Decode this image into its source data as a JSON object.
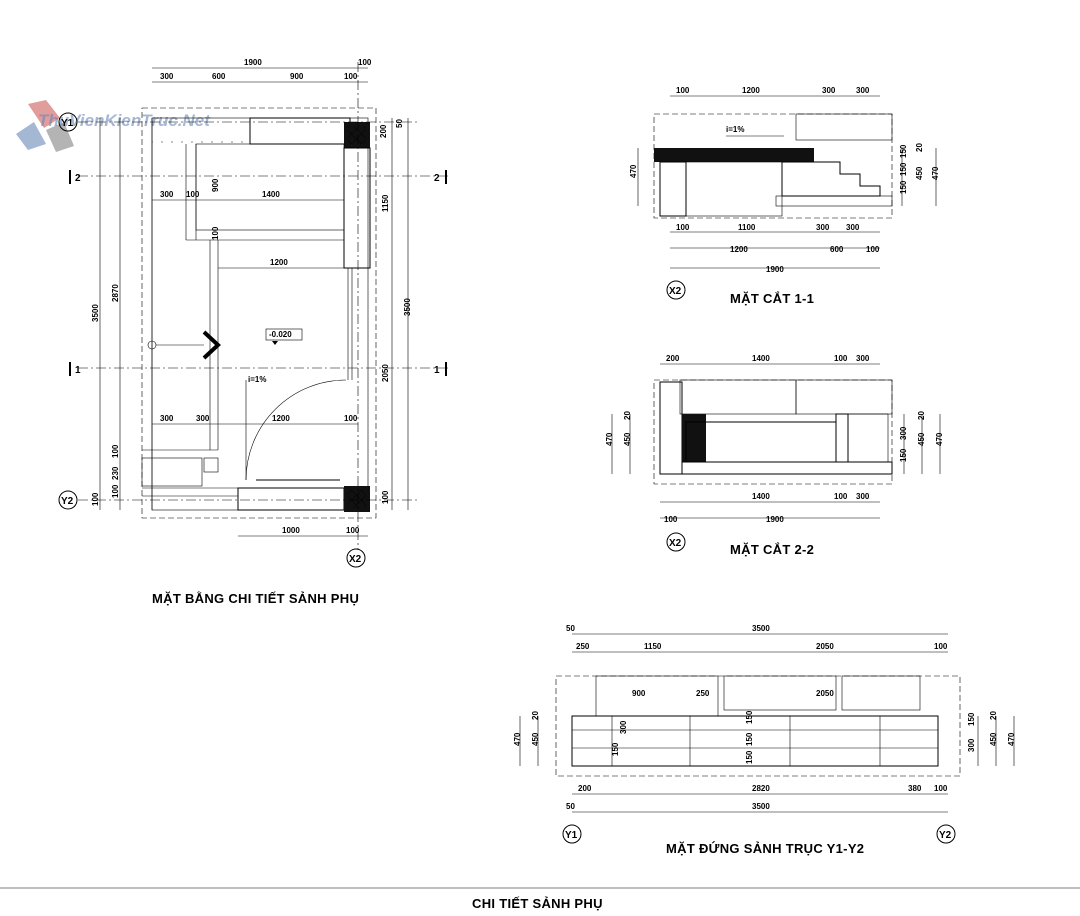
{
  "watermark": {
    "text": "ThuVienKienTruc.Net"
  },
  "sheet_title": "CHI TIẾT SẢNH PHỤ",
  "plan": {
    "title": "MẶT BẰNG CHI TIẾT SẢNH PHỤ",
    "axes": {
      "y1": "Y1",
      "y2": "Y2",
      "x2": "X2",
      "s1": "1",
      "s2": "2"
    },
    "top_dims": [
      "1900",
      "300",
      "600",
      "900",
      "100",
      "100"
    ],
    "right_dims": [
      "50",
      "200",
      "1150",
      "3500",
      "2050",
      "100"
    ],
    "left_dims": [
      "3500",
      "2870",
      "100",
      "230",
      "100",
      "100"
    ],
    "inner_dims": [
      "300",
      "100",
      "1400",
      "900",
      "100",
      "1200",
      "300",
      "300",
      "1200",
      "100"
    ],
    "bottom_dims": [
      "1000",
      "100"
    ],
    "level": "-0.020",
    "slope": "i=1%"
  },
  "section11": {
    "title": "MẶT CẮT 1-1",
    "axis": "X2",
    "top_dims": [
      "100",
      "1200",
      "300",
      "300"
    ],
    "bottom_dims": [
      "100",
      "1100",
      "300",
      "300",
      "1200",
      "600",
      "100",
      "1900"
    ],
    "side_dims": [
      "470",
      "150",
      "150",
      "150",
      "20",
      "450",
      "470"
    ],
    "slope": "i=1%"
  },
  "section22": {
    "title": "MẶT CẮT 2-2",
    "axis": "X2",
    "top_dims": [
      "200",
      "1400",
      "100",
      "300"
    ],
    "bottom_dims": [
      "1400",
      "300",
      "100",
      "1900",
      "100"
    ],
    "side_dims": [
      "470",
      "450",
      "20",
      "20",
      "300",
      "150",
      "450",
      "470"
    ]
  },
  "elevation": {
    "title": "MẶT ĐỨNG SẢNH TRỤC Y1-Y2",
    "axes": {
      "left": "Y1",
      "right": "Y2"
    },
    "top_dims": [
      "50",
      "3500",
      "250",
      "1150",
      "2050",
      "100"
    ],
    "inner_dims": [
      "900",
      "250",
      "2050",
      "300",
      "150",
      "150",
      "150",
      "150"
    ],
    "bottom_dims": [
      "200",
      "2820",
      "380",
      "100",
      "50",
      "3500"
    ],
    "side_dims": [
      "470",
      "450",
      "20",
      "150",
      "20",
      "300",
      "450",
      "470"
    ]
  }
}
